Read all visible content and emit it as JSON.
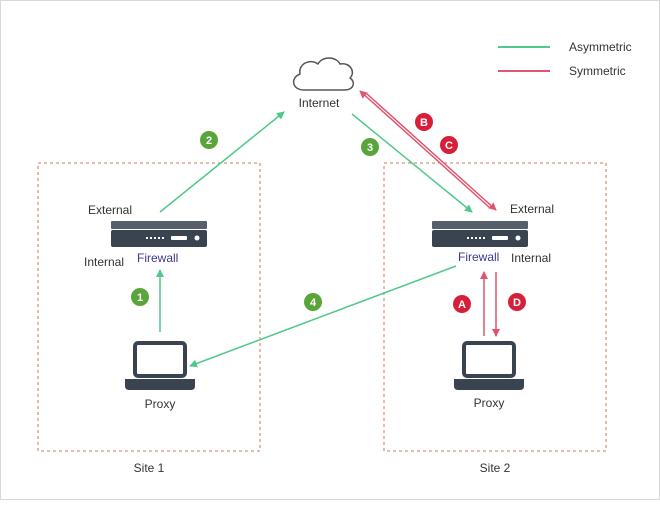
{
  "colors": {
    "asymmetric": "#4fc98a",
    "symmetric": "#e0566e",
    "badge_green": "#5aa53a",
    "badge_red": "#d81f3a",
    "site_border": "#c87a5a",
    "device": "#3a4450",
    "firewall_label": "#3a3a8c"
  },
  "legend": {
    "asymmetric": "Asymmetric",
    "symmetric": "Symmetric"
  },
  "internet": {
    "label": "Internet",
    "icon": "cloud-icon"
  },
  "site1": {
    "label": "Site 1",
    "firewall": {
      "label": "Firewall",
      "external": "External",
      "internal": "Internal",
      "icon": "firewall-appliance-icon"
    },
    "proxy": {
      "label": "Proxy",
      "icon": "laptop-icon"
    }
  },
  "site2": {
    "label": "Site 2",
    "firewall": {
      "label": "Firewall",
      "external": "External",
      "internal": "Internal",
      "icon": "firewall-appliance-icon"
    },
    "proxy": {
      "label": "Proxy",
      "icon": "laptop-icon"
    }
  },
  "badges": {
    "b1": "1",
    "b2": "2",
    "b3": "3",
    "b4": "4",
    "bA": "A",
    "bB": "B",
    "bC": "C",
    "bD": "D"
  }
}
